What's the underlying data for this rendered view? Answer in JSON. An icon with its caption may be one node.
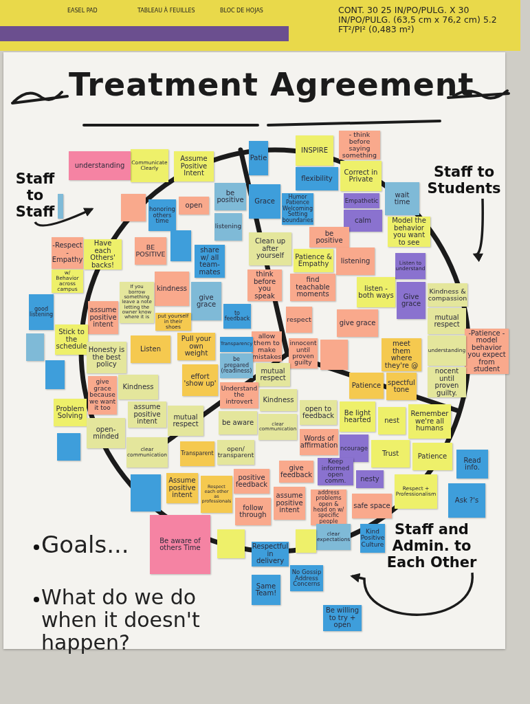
{
  "diagram": {
    "title": "Treatment Agreement",
    "nodes": [
      {
        "text": [
          "Staff to Staff"
        ]
      },
      {
        "text": [
          "Staff to Students"
        ]
      },
      {
        "text": [
          "Staff and Admin. to Each Other"
        ]
      },
      {
        "text": [
          "INSPIRE"
        ]
      },
      {
        "text": [
          "- think before saying something"
        ]
      },
      {
        "text": [
          "Patie"
        ]
      },
      {
        "text": [
          "Communicate Clearly"
        ]
      },
      {
        "text": [
          "Assume Positive Intent"
        ]
      },
      {
        "text": [
          "flexibility"
        ]
      },
      {
        "text": [
          "Correct in Private"
        ]
      },
      {
        "text": [
          "understanding"
        ]
      },
      {
        "text": [
          "be positive"
        ]
      },
      {
        "text": [
          "wait time"
        ]
      },
      {
        "text": [
          "Grace"
        ]
      },
      {
        "text": [
          "Humor Patience Welcoming Setting boundaries"
        ]
      },
      {
        "text": [],
        "shape": "box"
      },
      {
        "text": [],
        "shape": "box"
      },
      {
        "text": [
          "Empathetic"
        ]
      },
      {
        "text": [
          "open"
        ]
      },
      {
        "text": [
          "honoring others time"
        ]
      },
      {
        "text": [
          "calm"
        ]
      },
      {
        "text": [
          "be positive"
        ]
      },
      {
        "text": [
          "listening"
        ]
      },
      {
        "text": [
          "Model the behavior you want to see"
        ]
      },
      {
        "text": [
          "-Respect -Empathy"
        ]
      },
      {
        "text": [
          "Have each Others' backs!"
        ]
      },
      {
        "text": [
          "BE POSITIVE"
        ]
      },
      {
        "text": [],
        "shape": "box"
      },
      {
        "text": [
          "share w/ all team-mates"
        ]
      },
      {
        "text": [
          "Clean up after yourself"
        ]
      },
      {
        "text": [
          "Patience & Empathy"
        ]
      },
      {
        "text": [
          "listening"
        ]
      },
      {
        "text": [
          "Listen to understand"
        ]
      },
      {
        "text": [
          "w/ Behavior across campus"
        ]
      },
      {
        "text": [
          "think before you speak"
        ]
      },
      {
        "text": [
          "find teachable moments"
        ]
      },
      {
        "text": [
          "kindness"
        ]
      },
      {
        "text": [
          "listen - both ways"
        ]
      },
      {
        "text": [
          "Kindness & compassion"
        ]
      },
      {
        "text": [
          "If you borrow something leave a note letting the owner know where it is"
        ]
      },
      {
        "text": [
          "give grace"
        ]
      },
      {
        "text": [
          "to feedback"
        ]
      },
      {
        "text": [
          "Give grace"
        ]
      },
      {
        "text": [
          "good listening"
        ]
      },
      {
        "text": [
          "assume positive intent"
        ]
      },
      {
        "text": [
          "put yourself in their shoes"
        ]
      },
      {
        "text": [
          "respect"
        ]
      },
      {
        "text": [
          "give grace"
        ]
      },
      {
        "text": [
          "mutual respect"
        ]
      },
      {
        "text": [
          "allow them to make mistakes"
        ]
      },
      {
        "text": [
          "Stick to the schedule"
        ]
      },
      {
        "text": [],
        "shape": "box"
      },
      {
        "text": [
          "meet them where they're @"
        ]
      },
      {
        "text": [
          "-Patience - model behavior you expect from student"
        ]
      },
      {
        "text": [
          "Transparency"
        ]
      },
      {
        "text": [
          "Pull your own weight"
        ]
      },
      {
        "text": [
          "innocent until proven guilty"
        ]
      },
      {
        "text": [],
        "shape": "box"
      },
      {
        "text": [
          "Listen"
        ]
      },
      {
        "text": [
          "understanding"
        ]
      },
      {
        "text": [
          "Honesty is the best policy"
        ]
      },
      {
        "text": [
          "be prepared (readiness)"
        ]
      },
      {
        "text": [
          "Patience"
        ]
      },
      {
        "text": [],
        "shape": "box"
      },
      {
        "text": [
          "effort 'show up'"
        ]
      },
      {
        "text": [
          "mutual respect"
        ]
      },
      {
        "text": [
          "spectful tone"
        ]
      },
      {
        "text": [
          "nocent until proven guilty."
        ]
      },
      {
        "text": [
          "give grace because we want it too"
        ]
      },
      {
        "text": [
          "Kindness"
        ]
      },
      {
        "text": [
          "Understand the introvert"
        ]
      },
      {
        "text": [
          "Kindness"
        ]
      },
      {
        "text": [
          "assume positive intent"
        ]
      },
      {
        "text": [
          "open to feedback"
        ]
      },
      {
        "text": [
          "Be light hearted"
        ]
      },
      {
        "text": [
          "Problem Solving"
        ]
      },
      {
        "text": [
          "mutual respect"
        ]
      },
      {
        "text": [
          "be aware"
        ]
      },
      {
        "text": [
          "nest"
        ]
      },
      {
        "text": [
          "Remember we're all humans"
        ]
      },
      {
        "text": [
          "open-minded"
        ]
      },
      {
        "text": [
          "clear communication"
        ]
      },
      {
        "text": [
          "Words of affirmation"
        ]
      },
      {
        "text": [],
        "shape": "box"
      },
      {
        "text": [
          "ncourage"
        ]
      },
      {
        "text": [
          "Trust"
        ]
      },
      {
        "text": [
          "Patience"
        ]
      },
      {
        "text": [
          "Transparent"
        ]
      },
      {
        "text": [
          "open/ transparent"
        ]
      },
      {
        "text": [
          "clear communication"
        ]
      },
      {
        "text": [
          "Read info."
        ]
      },
      {
        "text": [
          "Keep informed open comm."
        ]
      },
      {
        "text": [
          "nesty"
        ]
      },
      {
        "text": [
          "give feedback"
        ]
      },
      {
        "text": [
          "positive feedback"
        ]
      },
      {
        "text": [
          "Assume positive intent"
        ]
      },
      {
        "text": [],
        "shape": "box"
      },
      {
        "text": [
          "Respect + Professionalism"
        ]
      },
      {
        "text": [
          "Respect each other as professionals"
        ]
      },
      {
        "text": [
          "Ask ?'s"
        ]
      },
      {
        "text": [
          "address problems open & head on w/ specific people"
        ]
      },
      {
        "text": [
          "assume positive intent"
        ]
      },
      {
        "text": [
          "safe space"
        ]
      },
      {
        "text": [
          "follow through"
        ]
      },
      {
        "text": [
          "Be aware of others Time"
        ]
      },
      {
        "text": [
          "clear expectations"
        ]
      },
      {
        "text": [],
        "shape": "box"
      },
      {
        "text": [],
        "shape": "box"
      },
      {
        "text": [
          "Respectful in delivery"
        ]
      },
      {
        "text": [
          "Kind Positive Culture"
        ]
      },
      {
        "text": [
          "No Gossip Address Concerns"
        ]
      },
      {
        "text": [
          "Same Team!"
        ]
      },
      {
        "text": [
          "Be willing to try + open"
        ]
      }
    ],
    "edges": [
      {
        "from": 0,
        "to": null,
        "arrow": "to"
      },
      {
        "from": 1,
        "to": null,
        "arrow": "to"
      },
      {
        "from": 2,
        "to": null,
        "arrow": "to"
      }
    ],
    "labels": [
      "EASEL PAD",
      "TABLEAU À FEUILLES",
      "BLOC DE HOJAS",
      "CONT. 30 25 IN/PO/PULG. X 30 IN/PO/PULG. (63,5 cm x 76,2 cm) 5.2 FT²/PI² (0,483 m²)",
      "Goals...",
      "What do we do when it doesn't happen?"
    ]
  }
}
